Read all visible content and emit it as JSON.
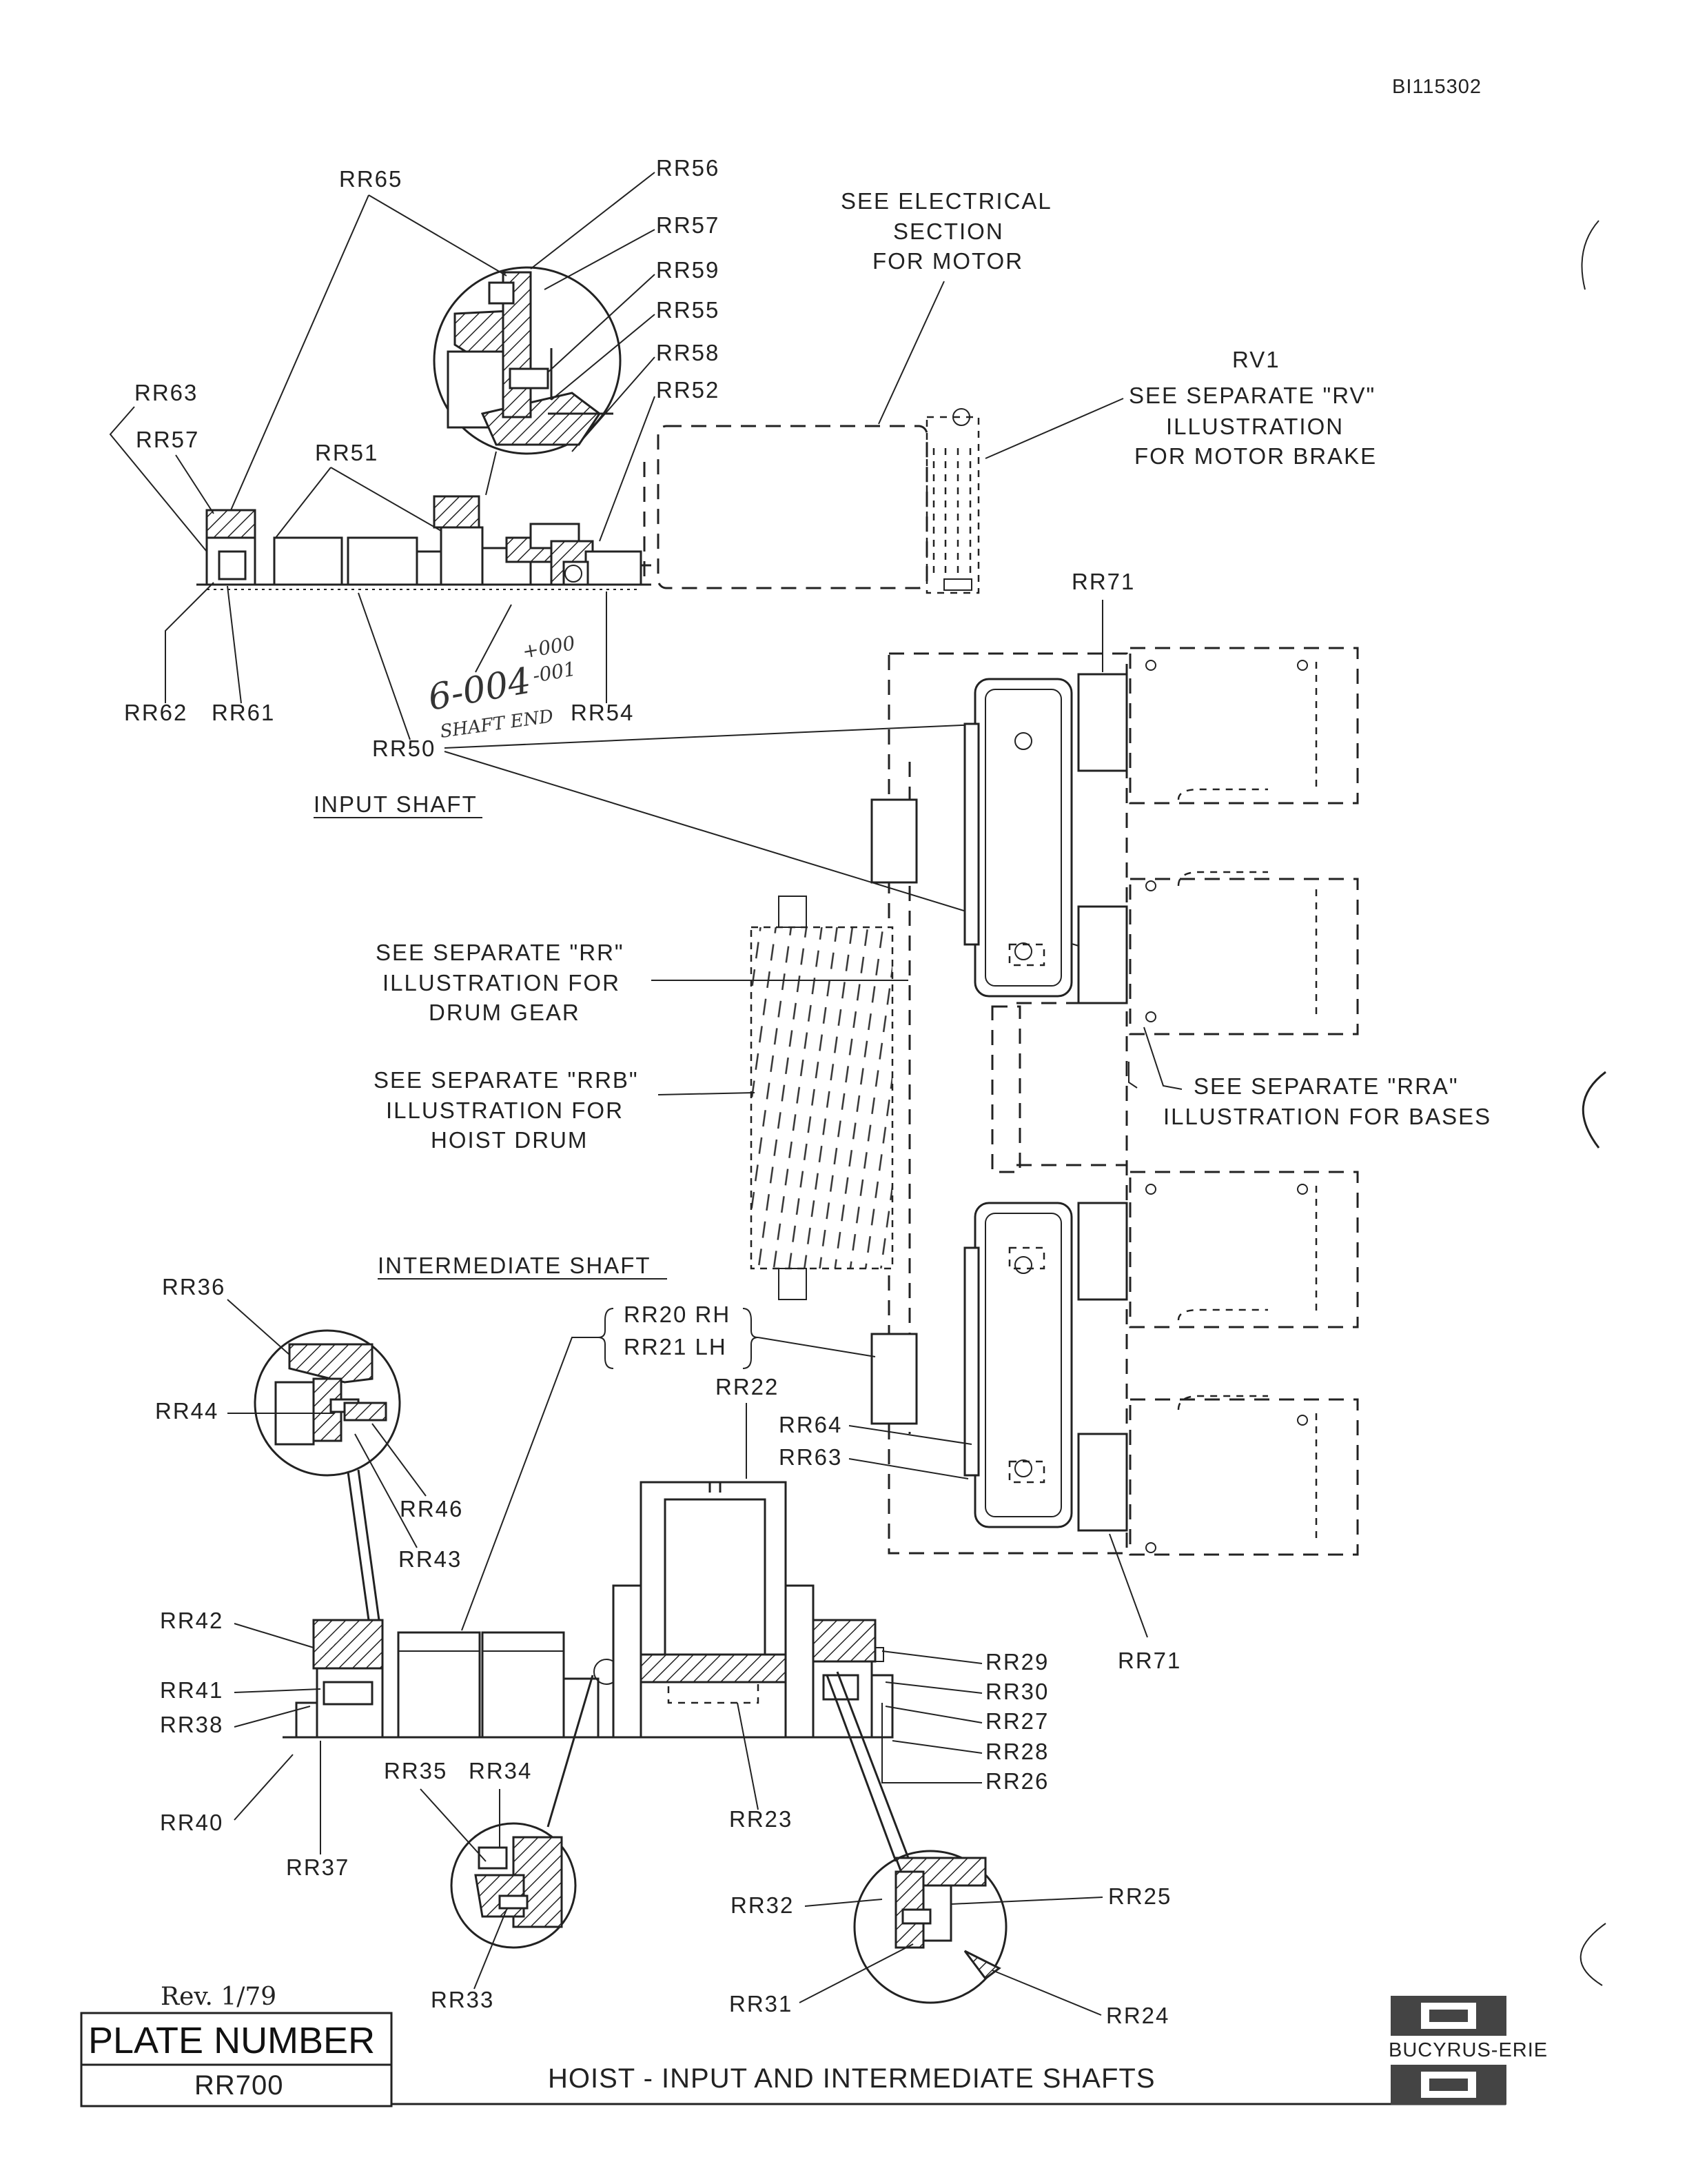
{
  "document_id": "BI115302",
  "callouts": {
    "input_shaft": {
      "rr65": "RR65",
      "rr56": "RR56",
      "rr57_top": "RR57",
      "rr59": "RR59",
      "rr55": "RR55",
      "rr58": "RR58",
      "rr52": "RR52",
      "rr63": "RR63",
      "rr57_left": "RR57",
      "rr51": "RR51",
      "rr62": "RR62",
      "rr61": "RR61",
      "rr54": "RR54",
      "rr50": "RR50"
    },
    "right_side": {
      "rv1": "RV1",
      "rr71_top": "RR71",
      "rr71_bottom": "RR71"
    },
    "intermediate_shaft": {
      "rr36": "RR36",
      "rr44": "RR44",
      "rr46": "RR46",
      "rr43": "RR43",
      "rr42": "RR42",
      "rr41": "RR41",
      "rr38": "RR38",
      "rr40": "RR40",
      "rr37": "RR37",
      "rr35": "RR35",
      "rr34": "RR34",
      "rr33": "RR33",
      "rr20": "RR20 RH",
      "rr21": "RR21 LH",
      "rr22": "RR22",
      "rr64": "RR64",
      "rr63": "RR63",
      "rr29": "RR29",
      "rr30": "RR30",
      "rr27": "RR27",
      "rr28": "RR28",
      "rr26": "RR26",
      "rr23": "RR23",
      "rr32": "RR32",
      "rr25": "RR25",
      "rr31": "RR31",
      "rr24": "RR24"
    }
  },
  "notes": {
    "electrical": [
      "SEE ELECTRICAL",
      "SECTION",
      "FOR MOTOR"
    ],
    "motor_brake": [
      "SEE SEPARATE \"RV\"",
      "ILLUSTRATION",
      "FOR MOTOR BRAKE"
    ],
    "drum_gear": [
      "SEE SEPARATE \"RR\"",
      "ILLUSTRATION FOR",
      "DRUM GEAR"
    ],
    "hoist_drum": [
      "SEE SEPARATE \"RRB\"",
      "ILLUSTRATION FOR",
      "HOIST DRUM"
    ],
    "bases": [
      "SEE SEPARATE \"RRA\"",
      "ILLUSTRATION FOR BASES"
    ]
  },
  "section_titles": {
    "input": "INPUT SHAFT",
    "intermediate": "INTERMEDIATE SHAFT"
  },
  "handwritten": {
    "part_no": "6-004",
    "suffix_top": "+000",
    "suffix_bottom": "-001",
    "note": "SHAFT END"
  },
  "title_block": {
    "revision": "Rev.  1/79",
    "plate_label": "PLATE NUMBER",
    "plate_value": "RR700",
    "title": "HOIST - INPUT AND INTERMEDIATE SHAFTS",
    "brand": "BUCYRUS-ERIE"
  }
}
